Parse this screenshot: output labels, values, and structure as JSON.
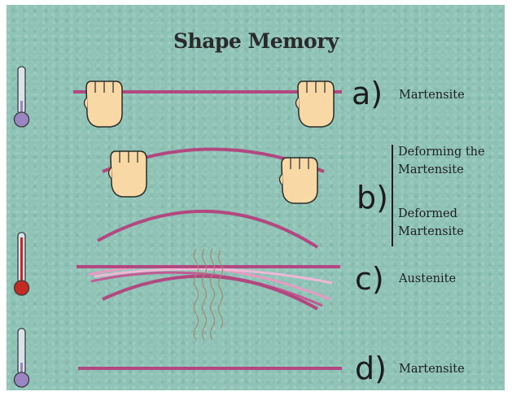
{
  "title": "Shape Memory",
  "stages": {
    "a": {
      "letter": "a)",
      "label": "Martensite"
    },
    "b": {
      "letter": "b)",
      "label_top_1": "Deforming the",
      "label_top_2": "Martensite",
      "label_bottom_1": "Deformed",
      "label_bottom_2": "Martensite"
    },
    "c": {
      "letter": "c)",
      "label": "Austenite"
    },
    "d": {
      "letter": "d)",
      "label": "Martensite"
    }
  },
  "colors": {
    "background": "#8fc3b6",
    "wire": "#b2487f",
    "thermometer_cold": "#9a86c2",
    "thermometer_hot": "#c42a22",
    "hand": "#f8d9a6"
  },
  "icons": [
    "thermometer-cold-icon",
    "thermometer-hot-icon",
    "hand-icon",
    "heat-waves-icon"
  ]
}
